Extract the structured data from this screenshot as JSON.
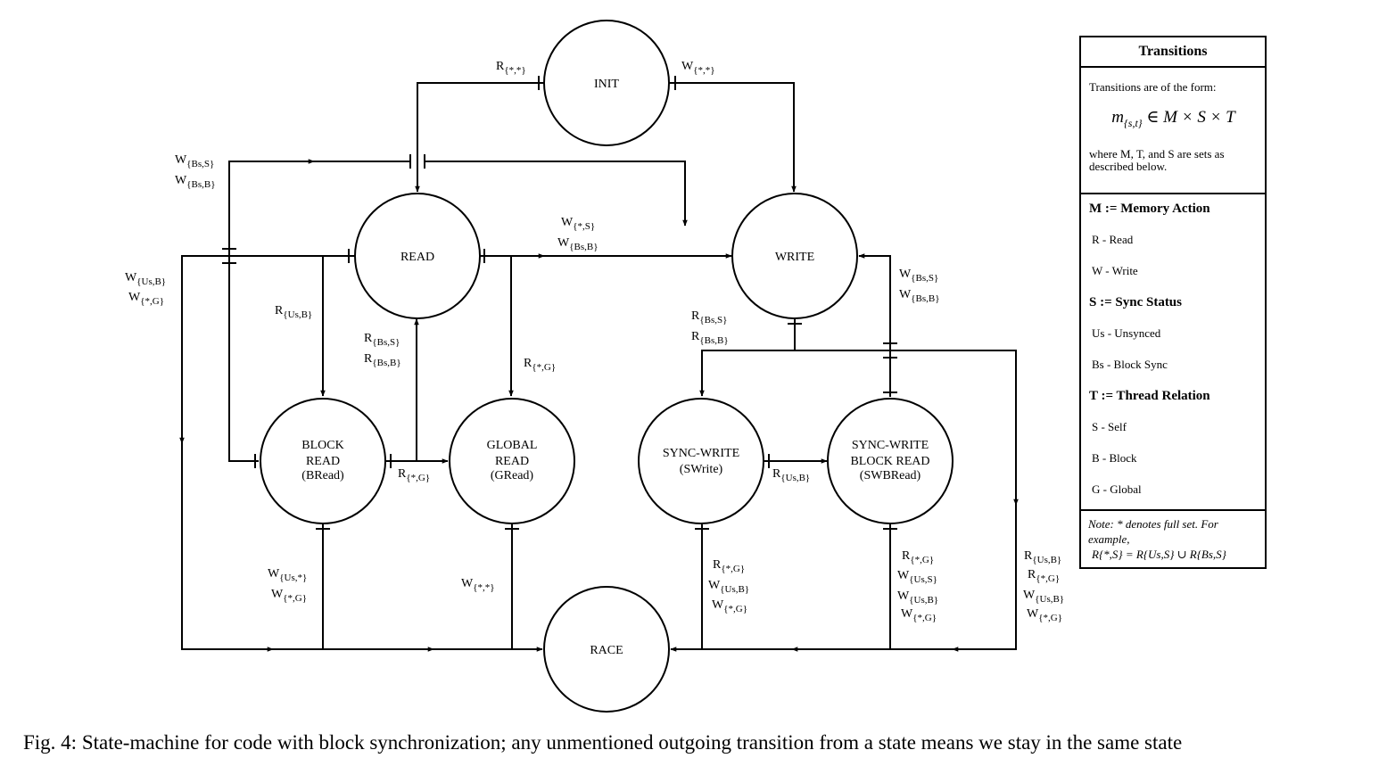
{
  "states": {
    "init": "INIT",
    "read": "READ",
    "write": "WRITE",
    "block_read": [
      "BLOCK",
      "READ",
      "(BRead)"
    ],
    "global_read": [
      "GLOBAL",
      "READ",
      "(GRead)"
    ],
    "sync_write": [
      "SYNC-WRITE",
      "(SWrite)"
    ],
    "sync_write_block_read": [
      "SYNC-WRITE",
      "BLOCK READ",
      "(SWBRead)"
    ],
    "race": "RACE"
  },
  "edge_labels": {
    "init_to_read": [
      {
        "m": "R",
        "s": "{*,*}"
      }
    ],
    "init_to_write": [
      {
        "m": "W",
        "s": "{*,*}"
      }
    ],
    "blockread_to_read_loop": [
      {
        "m": "W",
        "s": "{Bs,S}"
      },
      {
        "m": "W",
        "s": "{Bs,B}"
      }
    ],
    "read_to_race": [
      {
        "m": "W",
        "s": "{Us,B}"
      },
      {
        "m": "W",
        "s": "{*,G}"
      }
    ],
    "read_to_write": [
      {
        "m": "W",
        "s": "{*,S}"
      },
      {
        "m": "W",
        "s": "{Bs,B}"
      }
    ],
    "read_to_blockread": [
      {
        "m": "R",
        "s": "{Us,B}"
      }
    ],
    "blockread_to_read": [
      {
        "m": "R",
        "s": "{Bs,S}"
      },
      {
        "m": "R",
        "s": "{Bs,B}"
      }
    ],
    "read_to_globalread": [
      {
        "m": "R",
        "s": "{*,G}"
      }
    ],
    "blockread_to_globalread": [
      {
        "m": "R",
        "s": "{*,G}"
      }
    ],
    "write_to_syncwrite": [
      {
        "m": "R",
        "s": "{Bs,S}"
      },
      {
        "m": "R",
        "s": "{Bs,B}"
      }
    ],
    "swbread_to_write": [
      {
        "m": "W",
        "s": "{Bs,S}"
      },
      {
        "m": "W",
        "s": "{Bs,B}"
      }
    ],
    "syncwrite_to_swbread": [
      {
        "m": "R",
        "s": "{Us,B}"
      }
    ],
    "blockread_to_race": [
      {
        "m": "W",
        "s": "{Us,*}"
      },
      {
        "m": "W",
        "s": "{*,G}"
      }
    ],
    "globalread_to_race": [
      {
        "m": "W",
        "s": "{*,*}"
      }
    ],
    "syncwrite_to_race": [
      {
        "m": "R",
        "s": "{*,G}"
      },
      {
        "m": "W",
        "s": "{Us,B}"
      },
      {
        "m": "W",
        "s": "{*,G}"
      }
    ],
    "swbread_to_race": [
      {
        "m": "R",
        "s": "{*,G}"
      },
      {
        "m": "W",
        "s": "{Us,S}"
      },
      {
        "m": "W",
        "s": "{Us,B}"
      },
      {
        "m": "W",
        "s": "{*,G}"
      }
    ],
    "write_to_race": [
      {
        "m": "R",
        "s": "{Us,B}"
      },
      {
        "m": "R",
        "s": "{*,G}"
      },
      {
        "m": "W",
        "s": "{Us,B}"
      },
      {
        "m": "W",
        "s": "{*,G}"
      }
    ]
  },
  "legend": {
    "title": "Transitions",
    "form_intro": "Transitions are of the form:",
    "formula_base": "m",
    "formula_sub": "{s,t}",
    "formula_rest": " ∈ M × S × T",
    "form_desc": "where M, T, and S are sets as described below.",
    "sections": [
      {
        "heading": "M := Memory Action",
        "items": [
          "R - Read",
          "W - Write"
        ]
      },
      {
        "heading": "S := Sync Status",
        "items": [
          "Us - Unsynced",
          "Bs - Block Sync"
        ]
      },
      {
        "heading": "T := Thread Relation",
        "items": [
          "S - Self",
          "B - Block",
          "G - Global"
        ]
      }
    ],
    "note": "Note: * denotes full set. For example,",
    "note_example": "R{*,S} = R{Us,S} ∪ R{Bs,S}"
  },
  "caption": "Fig. 4: State-machine for code with block synchronization; any unmentioned outgoing transition from a state means we stay in the same state"
}
